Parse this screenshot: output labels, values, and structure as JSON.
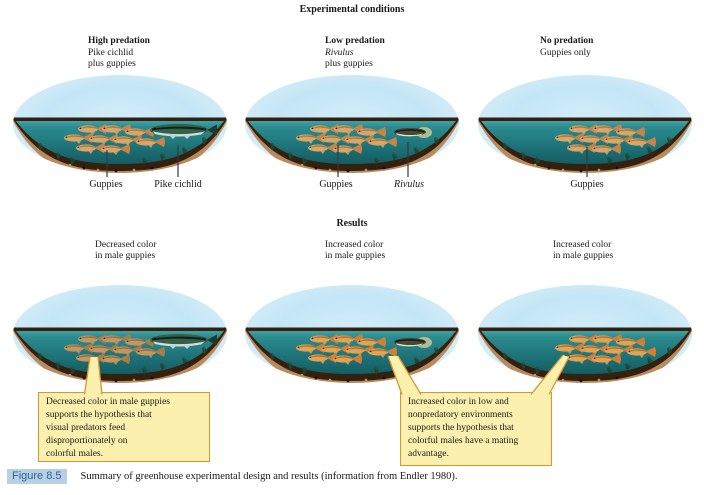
{
  "figure": {
    "conditions_title": "Experimental conditions",
    "results_title": "Results",
    "caption_label": "Figure 8.5",
    "caption_text": "Summary of greenhouse experimental design and results (information from Endler 1980)."
  },
  "conditions": {
    "panels": [
      {
        "name": "high-predation",
        "heading_lines": [
          {
            "text": "High predation",
            "bold": true,
            "italic": false
          },
          {
            "text": "Pike cichlid",
            "bold": false,
            "italic": false
          },
          {
            "text": "plus guppies",
            "bold": false,
            "italic": false
          }
        ],
        "pond": {
          "fish": [
            "guppies",
            "pike-cichlid"
          ],
          "guppy_color": "normal"
        },
        "fish_labels": [
          {
            "text": "Guppies",
            "italic": false
          },
          {
            "text": "Pike cichlid",
            "italic": false
          }
        ]
      },
      {
        "name": "low-predation",
        "heading_lines": [
          {
            "text": "Low predation",
            "bold": true,
            "italic": false
          },
          {
            "text": "Rivulus",
            "bold": false,
            "italic": true
          },
          {
            "text": "plus guppies",
            "bold": false,
            "italic": false
          }
        ],
        "pond": {
          "fish": [
            "guppies",
            "rivulus"
          ],
          "guppy_color": "normal"
        },
        "fish_labels": [
          {
            "text": "Guppies",
            "italic": false
          },
          {
            "text": "Rivulus",
            "italic": true
          }
        ]
      },
      {
        "name": "no-predation",
        "heading_lines": [
          {
            "text": "No predation",
            "bold": true,
            "italic": false
          },
          {
            "text": "Guppies only",
            "bold": false,
            "italic": false
          }
        ],
        "pond": {
          "fish": [
            "guppies"
          ],
          "guppy_color": "normal"
        },
        "fish_labels": [
          {
            "text": "Guppies",
            "italic": false
          }
        ]
      }
    ]
  },
  "results": {
    "panels": [
      {
        "name": "result-high-predation",
        "caption_lines": [
          "Decreased color",
          "in male guppies"
        ],
        "pond": {
          "fish": [
            "guppies",
            "pike-cichlid"
          ],
          "guppy_color": "dull"
        }
      },
      {
        "name": "result-low-predation",
        "caption_lines": [
          "Increased color",
          "in male guppies"
        ],
        "pond": {
          "fish": [
            "guppies",
            "rivulus"
          ],
          "guppy_color": "bright"
        }
      },
      {
        "name": "result-no-predation",
        "caption_lines": [
          "Increased color",
          "in male guppies"
        ],
        "pond": {
          "fish": [
            "guppies"
          ],
          "guppy_color": "bright"
        }
      }
    ]
  },
  "callouts": [
    {
      "name": "decreased-color",
      "lines": [
        "Decreased color in male guppies",
        "supports the hypothesis that",
        "visual predators feed",
        "disproportionately on",
        "colorful males."
      ]
    },
    {
      "name": "increased-color",
      "lines": [
        "Increased color in low and",
        "nonpredatory environments",
        "supports the hypothesis that",
        "colorful males have a mating",
        "advantage."
      ]
    }
  ],
  "colors": {
    "callout_bg": "#fcf0ae",
    "callout_border": "#d9952f",
    "figure_label_bg": "#b9d0e2",
    "figure_label_text": "#2a62a5",
    "sky": "#c3e6f6",
    "water": "#1d7278",
    "earth": "#33200f",
    "guppy": "#d8a768"
  }
}
